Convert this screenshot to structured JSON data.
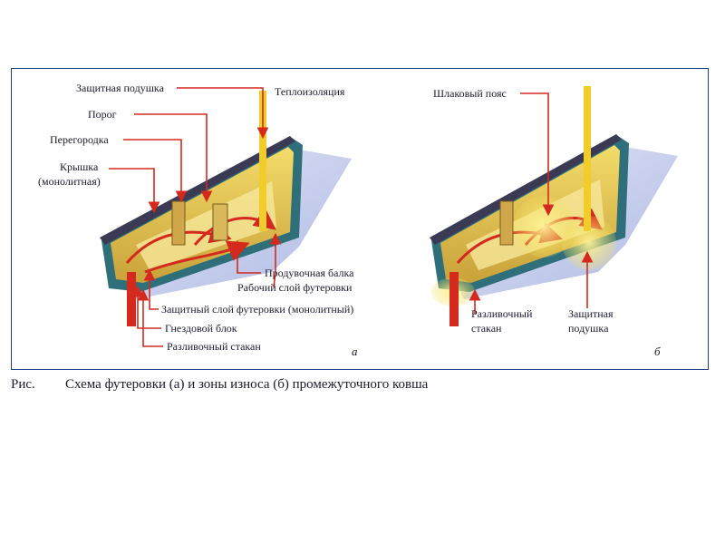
{
  "diagram_a": {
    "labels": {
      "protective_cushion": "Защитная подушка",
      "threshold": "Порог",
      "partition": "Перегородка",
      "cover_line1": "Крышка",
      "cover_line2": "(монолитная)",
      "insulation": "Теплоизоляция",
      "blow_beam": "Продувочная балка",
      "working_layer": "Рабочий слой футеровки",
      "protective_layer": "Защитный слой футеровки (монолитный)",
      "nest_block": "Гнездовой блок",
      "pouring_nozzle": "Разливочный стакан"
    },
    "letter": "a"
  },
  "diagram_b": {
    "labels": {
      "slag_belt": "Шлаковый пояс",
      "pouring_nozzle_line1": "Разливочный",
      "pouring_nozzle_line2": "стакан",
      "protective_cushion_line1": "Защитная",
      "protective_cushion_line2": "подушка"
    },
    "letter": "б"
  },
  "caption": {
    "prefix": "Рис.",
    "text": "Схема футеровки (а) и зоны износа (б) промежуточного ковша"
  },
  "colors": {
    "frame": "#1d3f8a",
    "arrow": "#d42a1e",
    "lining": "#e8c64a",
    "steel_shell": "#2f6f7a",
    "background_wave": "#b9c3e8",
    "wear_zone": "#f5e05a"
  }
}
